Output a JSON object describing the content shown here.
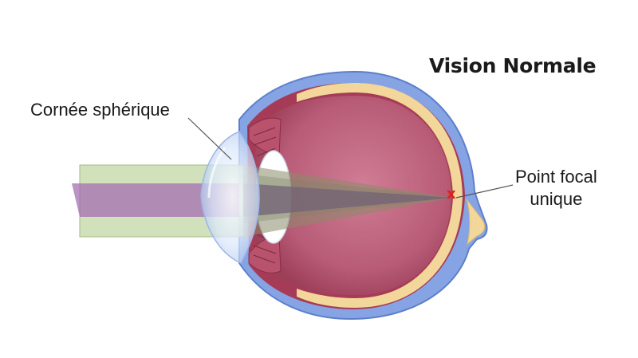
{
  "title": "Vision Normale",
  "labels": {
    "cornea": "Cornée sphérique",
    "focal_line1": "Point focal",
    "focal_line2": "unique"
  },
  "marker": "x",
  "colors": {
    "outer_coat": "#7f9fe0",
    "inner_coat": "#b5475e",
    "vitreous": "#c06a82",
    "retina_band": "#f3d79a",
    "green_beam": "#c7dcaf",
    "purple_beam": "#a36fb0",
    "marker": "#e0201a"
  }
}
